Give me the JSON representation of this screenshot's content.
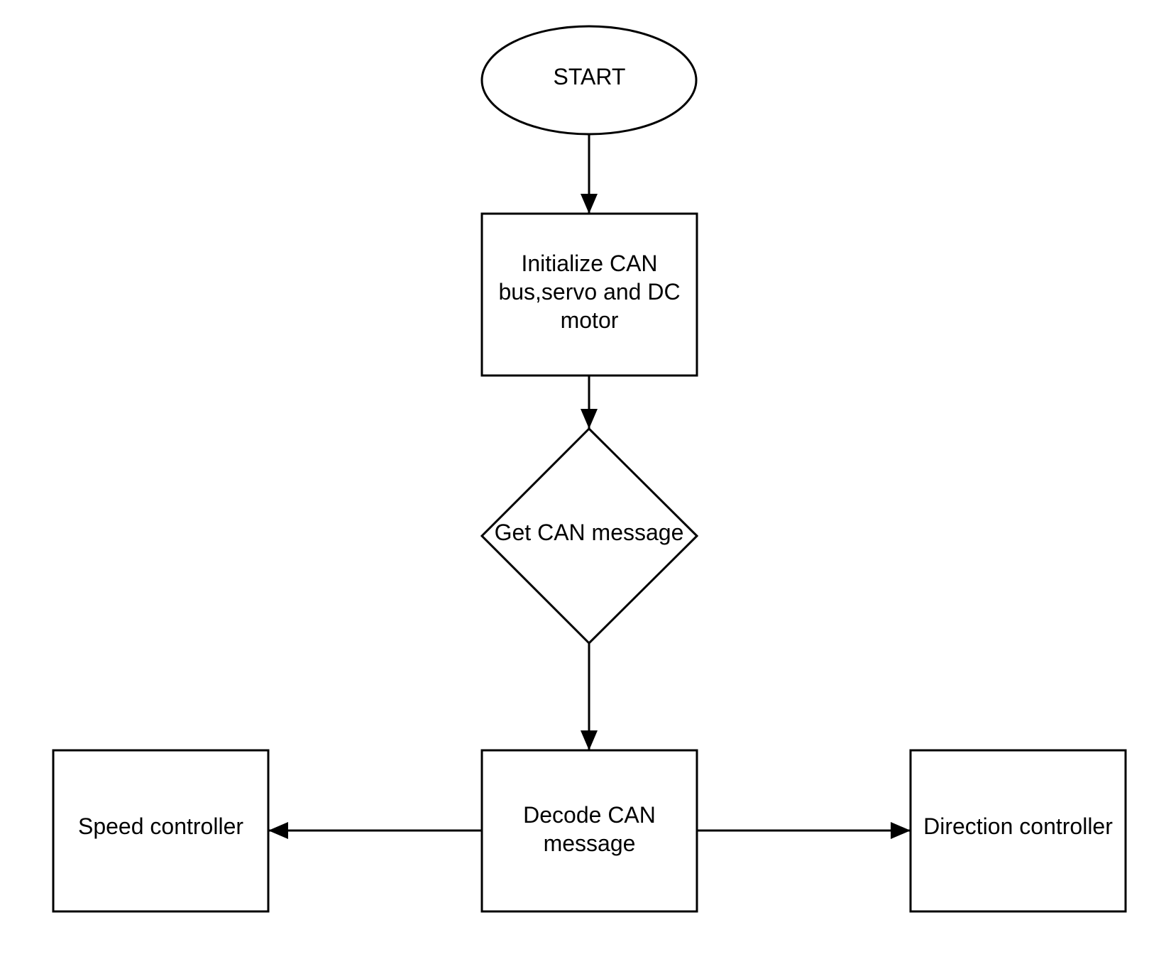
{
  "nodes": {
    "start": {
      "label": "START",
      "shape": "ellipse"
    },
    "init": {
      "label": "Initialize CAN\nbus,servo and DC\nmotor",
      "shape": "rectangle"
    },
    "get_message": {
      "label": "Get CAN message",
      "shape": "diamond"
    },
    "decode": {
      "label": "Decode CAN\nmessage",
      "shape": "rectangle"
    },
    "speed": {
      "label": "Speed controller",
      "shape": "rectangle"
    },
    "direction": {
      "label": "Direction controller",
      "shape": "rectangle"
    }
  },
  "edges": [
    {
      "from": "start",
      "to": "init"
    },
    {
      "from": "init",
      "to": "get_message"
    },
    {
      "from": "get_message",
      "to": "decode"
    },
    {
      "from": "decode",
      "to": "speed"
    },
    {
      "from": "decode",
      "to": "direction"
    }
  ],
  "colors": {
    "stroke": "#000000",
    "fill": "#ffffff",
    "text": "#000000"
  }
}
